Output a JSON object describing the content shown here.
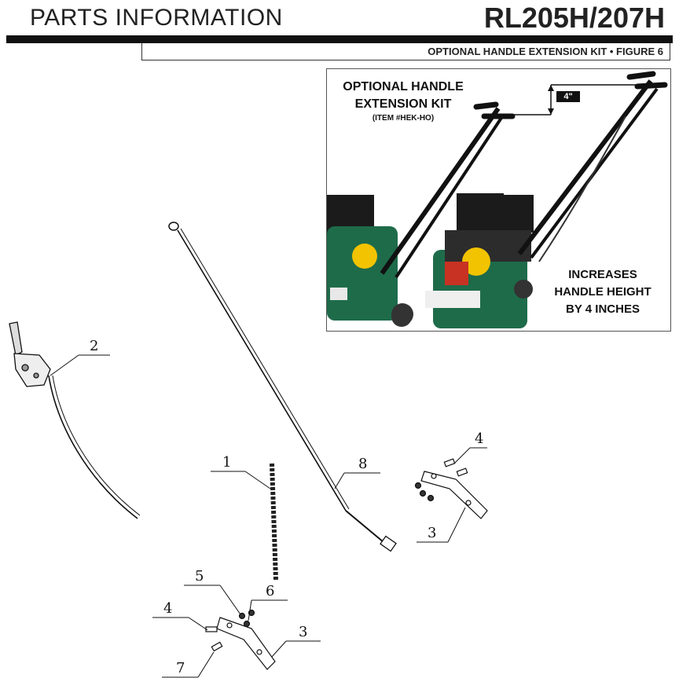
{
  "header": {
    "left_title": "PARTS INFORMATION",
    "model": "RL205H/207H",
    "subtitle": "OPTIONAL HANDLE EXTENSION KIT • FIGURE 6"
  },
  "photo": {
    "kit_title_line1": "OPTIONAL HANDLE",
    "kit_title_line2": "EXTENSION KIT",
    "item_number": "(ITEM #HEK-HO)",
    "dimension_label": "4\"",
    "benefit_line1": "INCREASES",
    "benefit_line2": "HANDLE HEIGHT",
    "benefit_line3": "BY 4 INCHES"
  },
  "callouts": {
    "c1": "1",
    "c2": "2",
    "c3a": "3",
    "c3b": "3",
    "c4a": "4",
    "c4b": "4",
    "c5": "5",
    "c6": "6",
    "c7": "7",
    "c8": "8"
  }
}
